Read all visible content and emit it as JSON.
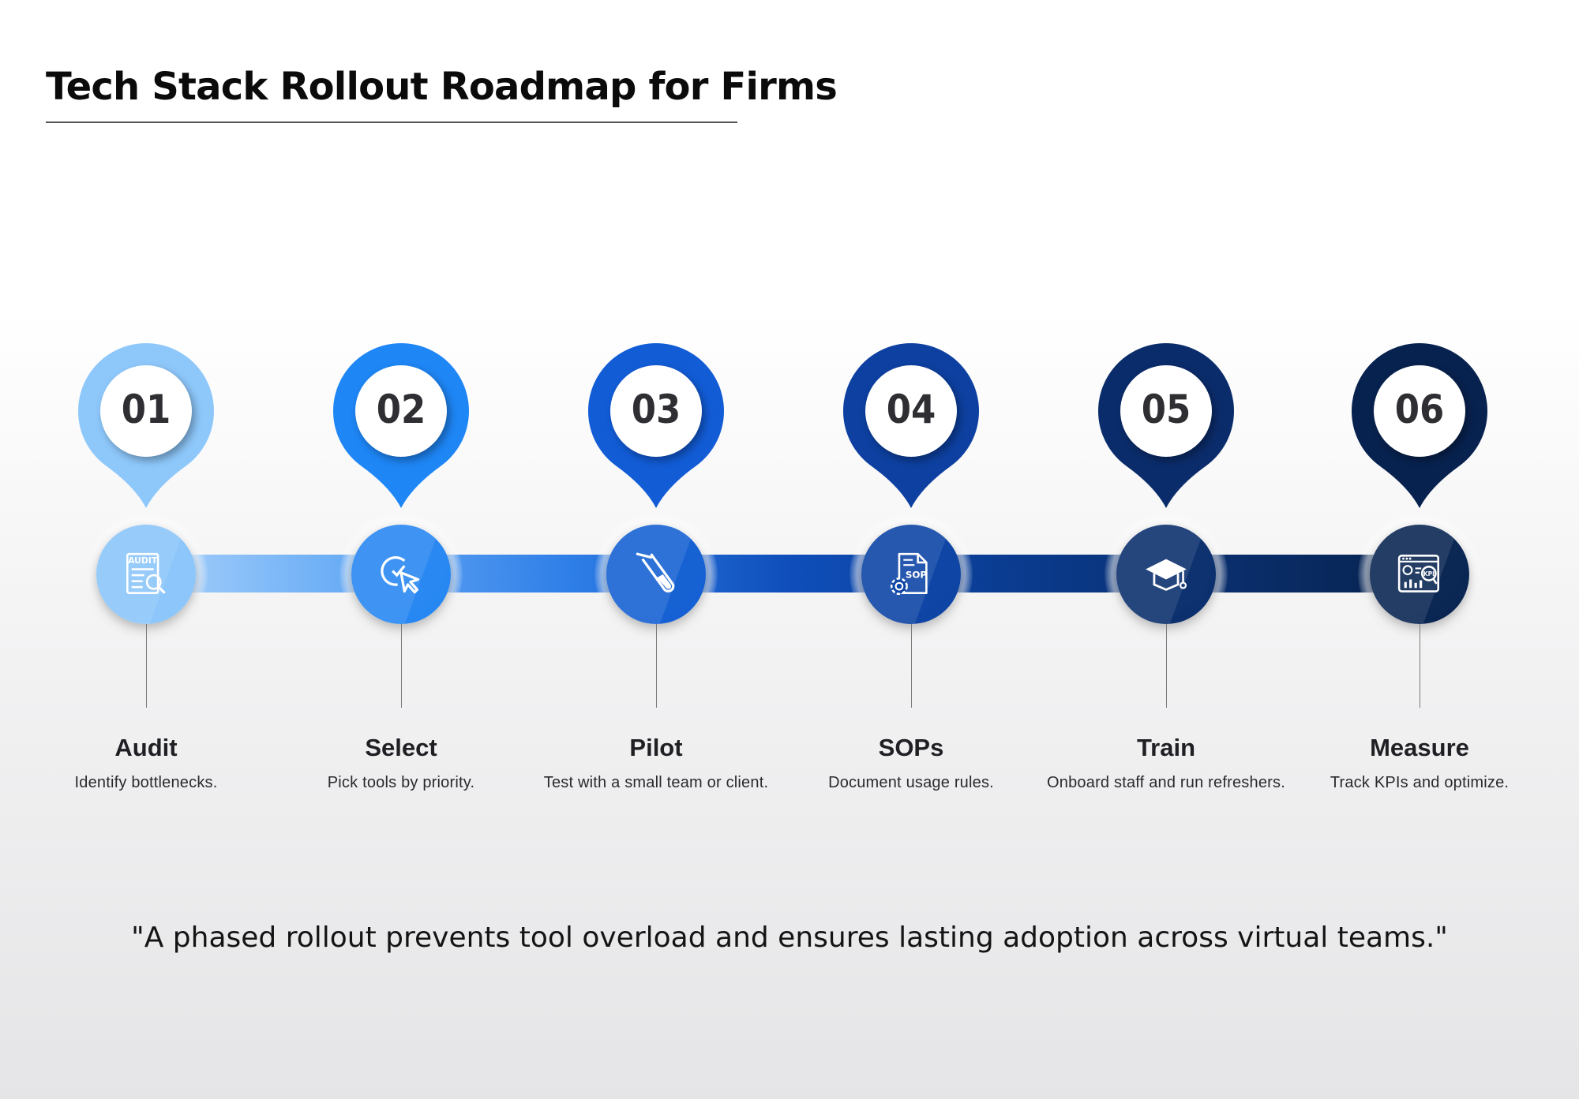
{
  "title": "Tech Stack Rollout Roadmap for Firms",
  "steps": [
    {
      "number": "01",
      "label": "Audit",
      "description": "Identify bottlenecks.",
      "icon": "audit-icon",
      "pin_color": "#8ec8fb",
      "node_color": "#8cc6fa"
    },
    {
      "number": "02",
      "label": "Select",
      "description": "Pick tools by priority.",
      "icon": "cursor-click-icon",
      "pin_color": "#1e86f5",
      "node_color": "#2a88f2"
    },
    {
      "number": "03",
      "label": "Pilot",
      "description": "Test with a small team or client.",
      "icon": "test-tube-icon",
      "pin_color": "#125cd6",
      "node_color": "#1762d3"
    },
    {
      "number": "04",
      "label": "SOPs",
      "description": "Document usage rules.",
      "icon": "sop-document-icon",
      "pin_color": "#0d40a0",
      "node_color": "#0f46a6"
    },
    {
      "number": "05",
      "label": "Train",
      "description": "Onboard staff and run refreshers.",
      "icon": "graduation-cap-icon",
      "pin_color": "#0b2c6b",
      "node_color": "#0d326f"
    },
    {
      "number": "06",
      "label": "Measure",
      "description": "Track KPIs and optimize.",
      "icon": "kpi-dashboard-icon",
      "pin_color": "#08224f",
      "node_color": "#0b2754"
    }
  ],
  "quote": "\"A phased rollout prevents tool overload and ensures lasting adoption across virtual teams.\""
}
